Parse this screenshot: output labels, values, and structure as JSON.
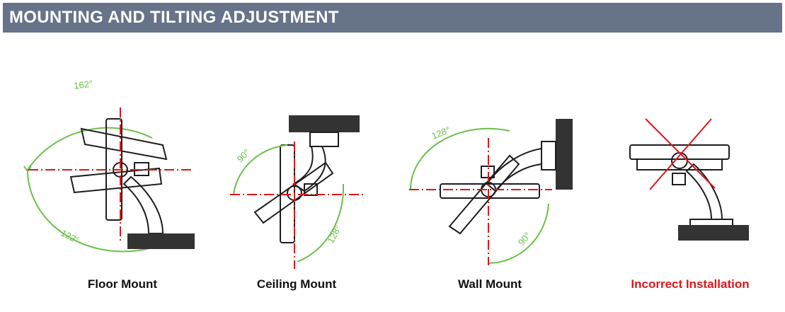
{
  "header": {
    "title": "MOUNTING AND TILTING ADJUSTMENT"
  },
  "colors": {
    "header_bg": "#667389",
    "arc": "#6cc04a",
    "axis": "#e0161b",
    "line": "#1e1e1e",
    "warn": "#e0161b"
  },
  "mounts": [
    {
      "caption": "Floor Mount",
      "angles": [
        "162°",
        "122°"
      ]
    },
    {
      "caption": "Ceiling Mount",
      "angles": [
        "90°",
        "128°"
      ]
    },
    {
      "caption": "Wall Mount",
      "angles": [
        "128°",
        "90°"
      ]
    },
    {
      "caption": "Incorrect Installation",
      "angles": []
    }
  ]
}
